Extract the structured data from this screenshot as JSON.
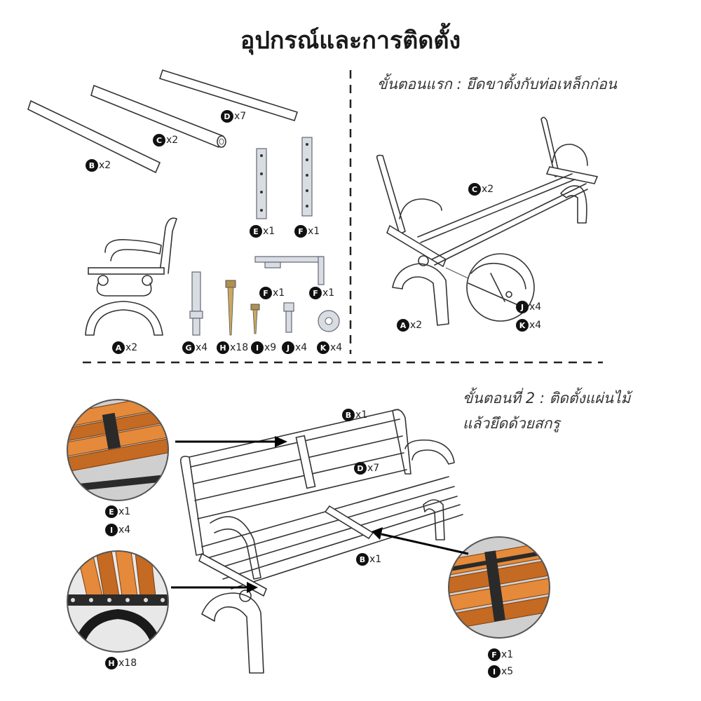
{
  "title": "อุปกรณ์และการติดตั้ง",
  "step1": "ขั้นตอนแรก : ยึดขาตั้งกับท่อเหล็กก่อน",
  "step2_line1": "ขั้นตอนที่ 2 : ติดตั้งแผ่นไม้",
  "step2_line2": "แล้วยึดด้วยสกรู",
  "parts": [
    {
      "letter": "D",
      "qty": "x7"
    },
    {
      "letter": "C",
      "qty": "x2"
    },
    {
      "letter": "B",
      "qty": "x2"
    },
    {
      "letter": "E",
      "qty": "x1"
    },
    {
      "letter": "F",
      "qty": "x1"
    },
    {
      "letter": "A",
      "qty": "x2"
    },
    {
      "letter": "F",
      "qty": "x1"
    },
    {
      "letter": "F",
      "qty": "x1"
    },
    {
      "letter": "G",
      "qty": "x4"
    },
    {
      "letter": "H",
      "qty": "x18"
    },
    {
      "letter": "I",
      "qty": "x9"
    },
    {
      "letter": "J",
      "qty": "x4"
    },
    {
      "letter": "K",
      "qty": "x4"
    }
  ],
  "step1_labels": [
    {
      "letter": "C",
      "qty": "x2"
    },
    {
      "letter": "J",
      "qty": "x4"
    },
    {
      "letter": "K",
      "qty": "x4"
    },
    {
      "letter": "A",
      "qty": "x2"
    }
  ],
  "step2_labels": [
    {
      "letter": "B",
      "qty": "x1"
    },
    {
      "letter": "D",
      "qty": "x7"
    },
    {
      "letter": "B",
      "qty": "x1"
    },
    {
      "letter": "E",
      "qty": "x1"
    },
    {
      "letter": "I",
      "qty": "x4"
    },
    {
      "letter": "H",
      "qty": "x18"
    },
    {
      "letter": "F",
      "qty": "x1"
    },
    {
      "letter": "I",
      "qty": "x5"
    }
  ]
}
